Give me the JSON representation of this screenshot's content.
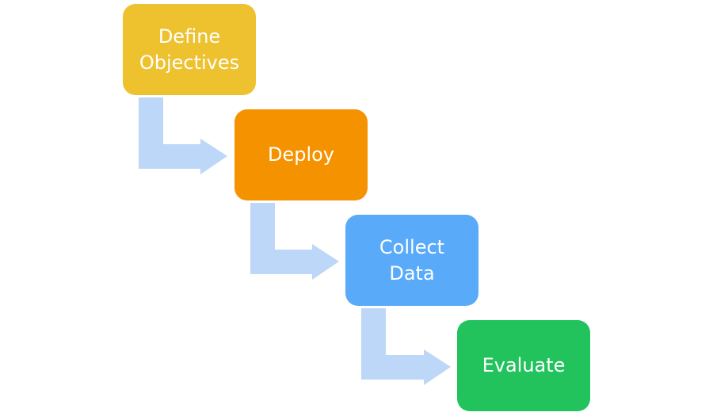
{
  "diagram": {
    "type": "staircase-process-flow",
    "steps": [
      {
        "label": "Define\nObjectives",
        "color": "#EEC12F"
      },
      {
        "label": "Deploy",
        "color": "#F59200"
      },
      {
        "label": "Collect\nData",
        "color": "#5AAAFA"
      },
      {
        "label": "Evaluate",
        "color": "#22C35D"
      }
    ],
    "connectors": [
      {
        "from": "Define Objectives",
        "to": "Deploy"
      },
      {
        "from": "Deploy",
        "to": "Collect Data"
      },
      {
        "from": "Collect Data",
        "to": "Evaluate"
      }
    ],
    "connector_color": "#BDD7F8"
  }
}
